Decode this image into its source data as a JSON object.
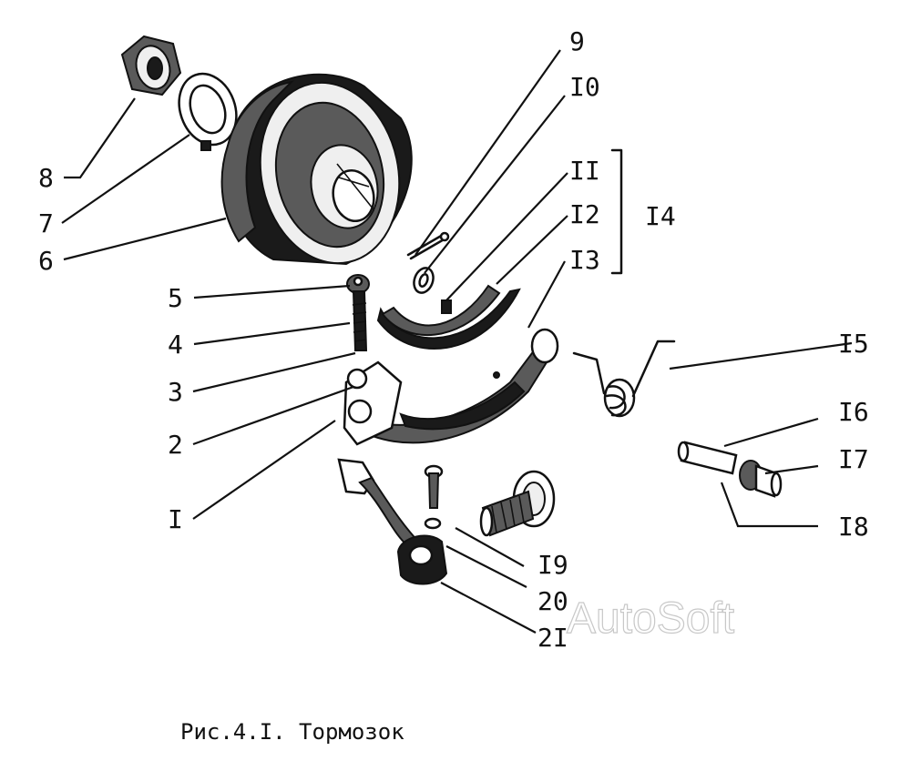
{
  "figure": {
    "caption": "Рис.4.I. Тормозок",
    "watermark": "AutoSoft",
    "group_label": "I4"
  },
  "callouts": [
    {
      "id": "c9",
      "label": "9"
    },
    {
      "id": "c10",
      "label": "I0"
    },
    {
      "id": "c11",
      "label": "II"
    },
    {
      "id": "c12",
      "label": "I2"
    },
    {
      "id": "c13",
      "label": "I3"
    },
    {
      "id": "c8",
      "label": "8"
    },
    {
      "id": "c7",
      "label": "7"
    },
    {
      "id": "c6",
      "label": "6"
    },
    {
      "id": "c5",
      "label": "5"
    },
    {
      "id": "c4",
      "label": "4"
    },
    {
      "id": "c3",
      "label": "3"
    },
    {
      "id": "c2",
      "label": "2"
    },
    {
      "id": "c1",
      "label": "I"
    },
    {
      "id": "c15",
      "label": "I5"
    },
    {
      "id": "c16",
      "label": "I6"
    },
    {
      "id": "c17",
      "label": "I7"
    },
    {
      "id": "c18",
      "label": "I8"
    },
    {
      "id": "c19",
      "label": "I9"
    },
    {
      "id": "c20",
      "label": "20"
    },
    {
      "id": "c21",
      "label": "2I"
    }
  ]
}
